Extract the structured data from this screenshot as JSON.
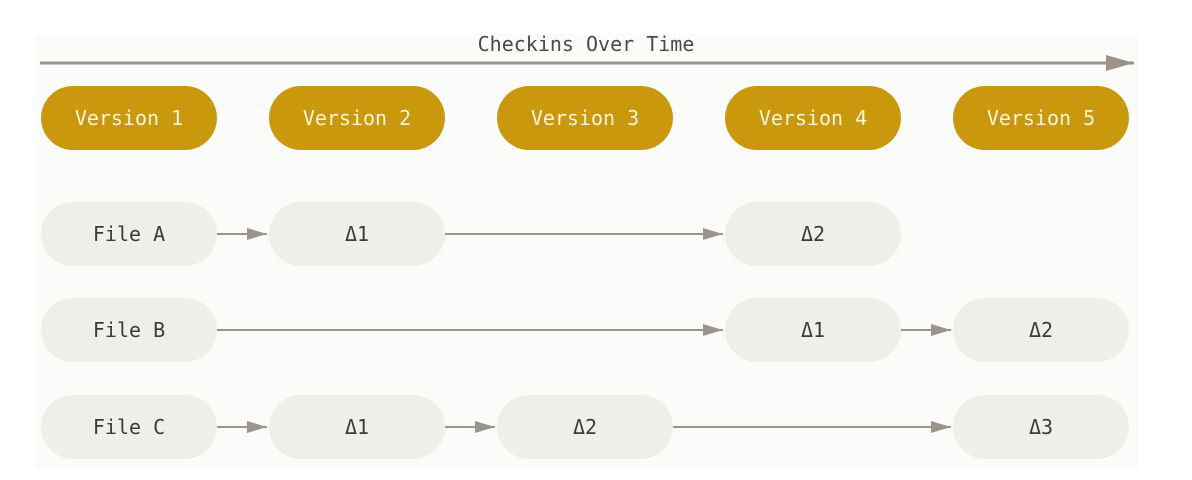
{
  "title": "Checkins Over Time",
  "versions": [
    "Version 1",
    "Version 2",
    "Version 3",
    "Version 4",
    "Version 5"
  ],
  "files": [
    {
      "name": "File A",
      "deltas": [
        "",
        "Δ1",
        "",
        "Δ2",
        ""
      ]
    },
    {
      "name": "File B",
      "deltas": [
        "",
        "",
        "",
        "Δ1",
        "Δ2"
      ]
    },
    {
      "name": "File C",
      "deltas": [
        "",
        "Δ1",
        "Δ2",
        "",
        "Δ3"
      ]
    }
  ],
  "colors": {
    "version_fill": "#c9980c",
    "version_text": "#fbf4dc",
    "node_fill": "#efeee9",
    "node_text": "#3b3b3b",
    "arrow": "#9a948d"
  }
}
